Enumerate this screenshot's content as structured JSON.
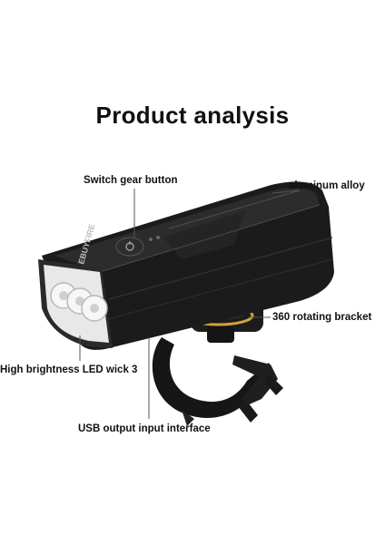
{
  "title": "Product analysis",
  "labels": {
    "switch": "Switch gear button",
    "alloy": "aluminum alloy",
    "bracket": "360 rotating bracket",
    "led": "High brightness LED wick 3",
    "usb": "USB output input interface"
  },
  "brand": "EBUYFIRE",
  "colors": {
    "body": "#1b1b1b",
    "highlight": "#4a4a4a",
    "accent_ring": "#d4a13c",
    "leader": "#555555"
  }
}
